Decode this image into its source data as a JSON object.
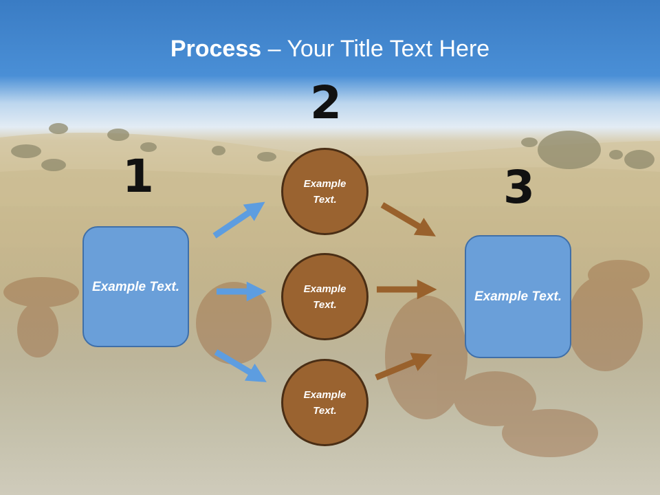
{
  "slide": {
    "title_bold": "Process",
    "title_rest": " – Your Title Text Here"
  },
  "steps": {
    "one": {
      "number": "1",
      "text": "Example Text."
    },
    "two": {
      "number": "2",
      "circles": [
        "Example Text.",
        "Example Text.",
        "Example Text."
      ]
    },
    "three": {
      "number": "3",
      "text": "Example Text."
    }
  },
  "colors": {
    "blue_node": "#6a9fd9",
    "brown_node": "#9a6330",
    "blue_arrow": "#5d9de0",
    "brown_arrow": "#99612c"
  }
}
